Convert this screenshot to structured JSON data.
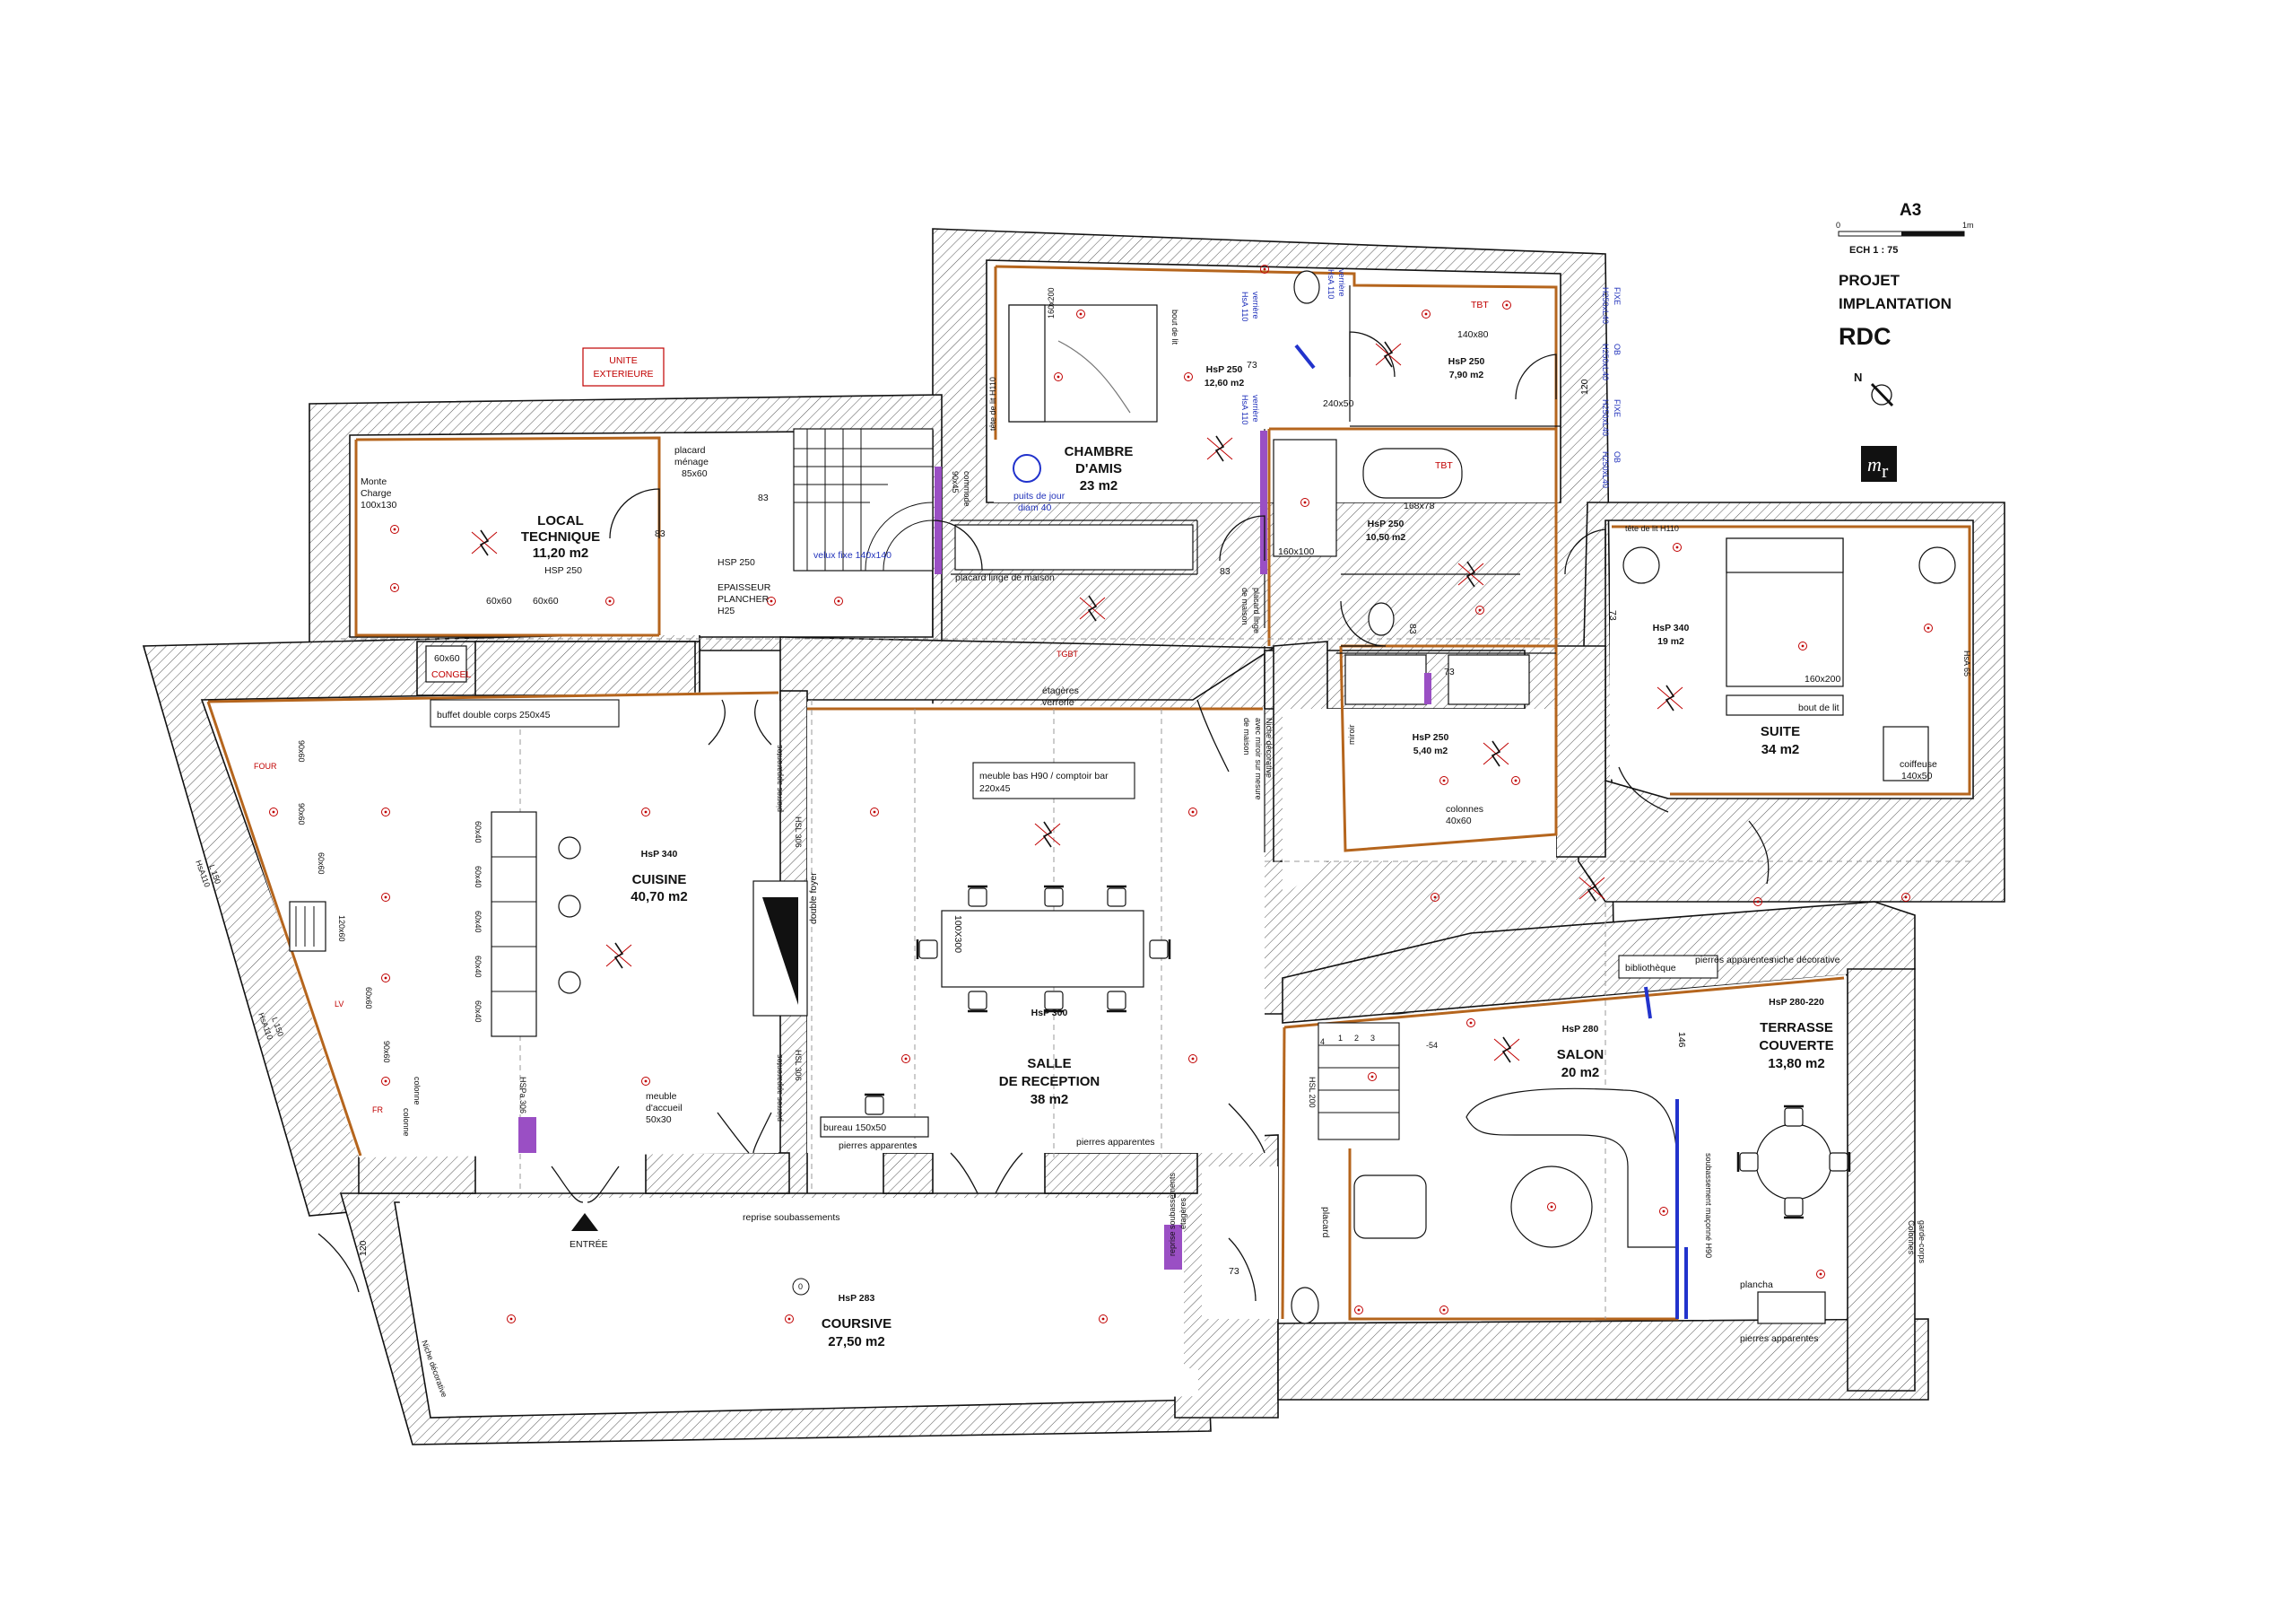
{
  "title_block": {
    "sheet": "A3",
    "scale_label": "ECH  1 : 75",
    "scale_zero": "0",
    "scale_unit": "1m",
    "project_line1": "PROJET",
    "project_line2": "IMPLANTATION",
    "level": "RDC",
    "north": "N",
    "logo": "mr"
  },
  "rooms": {
    "local": {
      "name1": "LOCAL",
      "name2": "TECHNIQUE",
      "area": "11,20 m2",
      "hsp": "HSP 250"
    },
    "chambre": {
      "name1": "CHAMBRE",
      "name2": "D'AMIS",
      "area": "23 m2"
    },
    "chambre_sub": {
      "hsp": "HsP 250",
      "area": "12,60 m2"
    },
    "sdb_haut": {
      "hsp": "HsP 250",
      "area": "7,90 m2"
    },
    "sdb": {
      "hsp": "HsP 250",
      "area": "10,50 m2"
    },
    "dressing": {
      "hsp": "HsP 250",
      "area": "5,40 m2"
    },
    "suite": {
      "hsp": "HsP 340",
      "area_sub": "19 m2",
      "name": "SUITE",
      "area": "34 m2"
    },
    "cuisine": {
      "hsp": "HsP 340",
      "name": "CUISINE",
      "area": "40,70 m2"
    },
    "salle": {
      "hsp": "HsP 300",
      "name1": "SALLE",
      "name2": "DE RECEPTION",
      "area": "38 m2"
    },
    "salon": {
      "hsp": "HsP 280",
      "name": "SALON",
      "area": "20 m2"
    },
    "terrasse": {
      "hsp": "HsP 280-220",
      "name1": "TERRASSE",
      "name2": "COUVERTE",
      "area": "13,80 m2"
    },
    "coursive": {
      "hsp": "HsP 283",
      "name": "COURSIVE",
      "area": "27,50 m2"
    }
  },
  "labels": {
    "unite1": "UNITE",
    "unite2": "EXTERIEURE",
    "monte1": "Monte",
    "monte2": "Charge",
    "monte3": "100x130",
    "placard_menage1": "placard",
    "placard_menage2": "ménage",
    "placard_menage3": "85x60",
    "velux": "velux fixe 140x140",
    "commode1": "commode",
    "commode2": "90x45",
    "puits1": "puits de jour",
    "puits2": "diam 40",
    "placard_linge": "placard linge de maison",
    "hsp_palier": "HSP 250",
    "epaisseur1": "EPAISSEUR",
    "epaisseur2": "PLANCHER",
    "epaisseur3": "H25",
    "tete_lit_chambre": "tête de lit H110",
    "bout_lit_chambre": "bout de lit",
    "bed_chambre": "160x200",
    "verriere": "verrière",
    "hsa": "HsA 110",
    "size_140x80": "140x80",
    "size_240x50": "240x50",
    "size_168x78": "168x78",
    "size_160x100": "160x100",
    "tbt": "TBT",
    "fixe": "FIXE",
    "h250": "H250xL40",
    "ob": "OB",
    "niche_miroir1": "Niche décorative",
    "niche_miroir2": "avec miroir sur mesure",
    "placard_linge2": "placard linge",
    "placard_linge3": "de maison",
    "miroir": "miroir",
    "colonnes": "colonnes",
    "colonnes_size": "40x60",
    "tete_lit_suite": "tête de lit H110",
    "bed_suite": "160x200",
    "bout_lit_suite": "bout de lit",
    "coiffeuse1": "coiffeuse",
    "coiffeuse2": "140x50",
    "hsa_65": "HsA 65",
    "size_60x60": "60x60",
    "congel": "CONGEL",
    "buffet": "buffet double corps 250x45",
    "etageres1": "étagères",
    "etageres2": "verrerie",
    "tgbt": "TGBT",
    "pierres": "pierres apparentes",
    "meuble_bas1": "meuble bas H90 / comptoir bar",
    "meuble_bas2": "220x45",
    "table": "100X300",
    "double_foyer": "double foyer",
    "hsl_306": "HSL 306",
    "hspa_306": "HSPa 306",
    "box_60x40": "60x40",
    "box_90x60": "90x60",
    "box_120x60": "120x60",
    "box_60x60": "60x60",
    "four": "FOUR",
    "lv": "LV",
    "fr": "FR",
    "colonne": "colonne",
    "l150": "L 150",
    "hsa110": "HsA110",
    "meuble_accueil1": "meuble",
    "meuble_accueil2": "d'accueil",
    "meuble_accueil3": "50x30",
    "bureau": "bureau 150x50",
    "reprise": "reprise soubassements",
    "entree": "ENTRÉE",
    "dim_120": "120",
    "dim_83": "83",
    "dim_73": "73",
    "dim_146": "146",
    "niche_deco": "niche décorative",
    "bibliotheque": "bibliothèque",
    "hsl_200": "HSL 200",
    "placard": "placard",
    "etageres": "étagères",
    "plancha": "plancha",
    "gardecorps1": "garde-corps",
    "gardecorps2": "Colonnes",
    "soubassement": "soubassement maçonné H90",
    "niche_coursive": "Niche décorative",
    "reprise_soub": "reprise soubassements",
    "level_marker": "-54",
    "zero_marker": "0",
    "steps": [
      "1",
      "2",
      "3",
      "4"
    ]
  },
  "colors": {
    "wall_accent": "#b5651d",
    "electric": "#c00000",
    "window": "#2233cc",
    "fixture": "#9a4fc4"
  }
}
